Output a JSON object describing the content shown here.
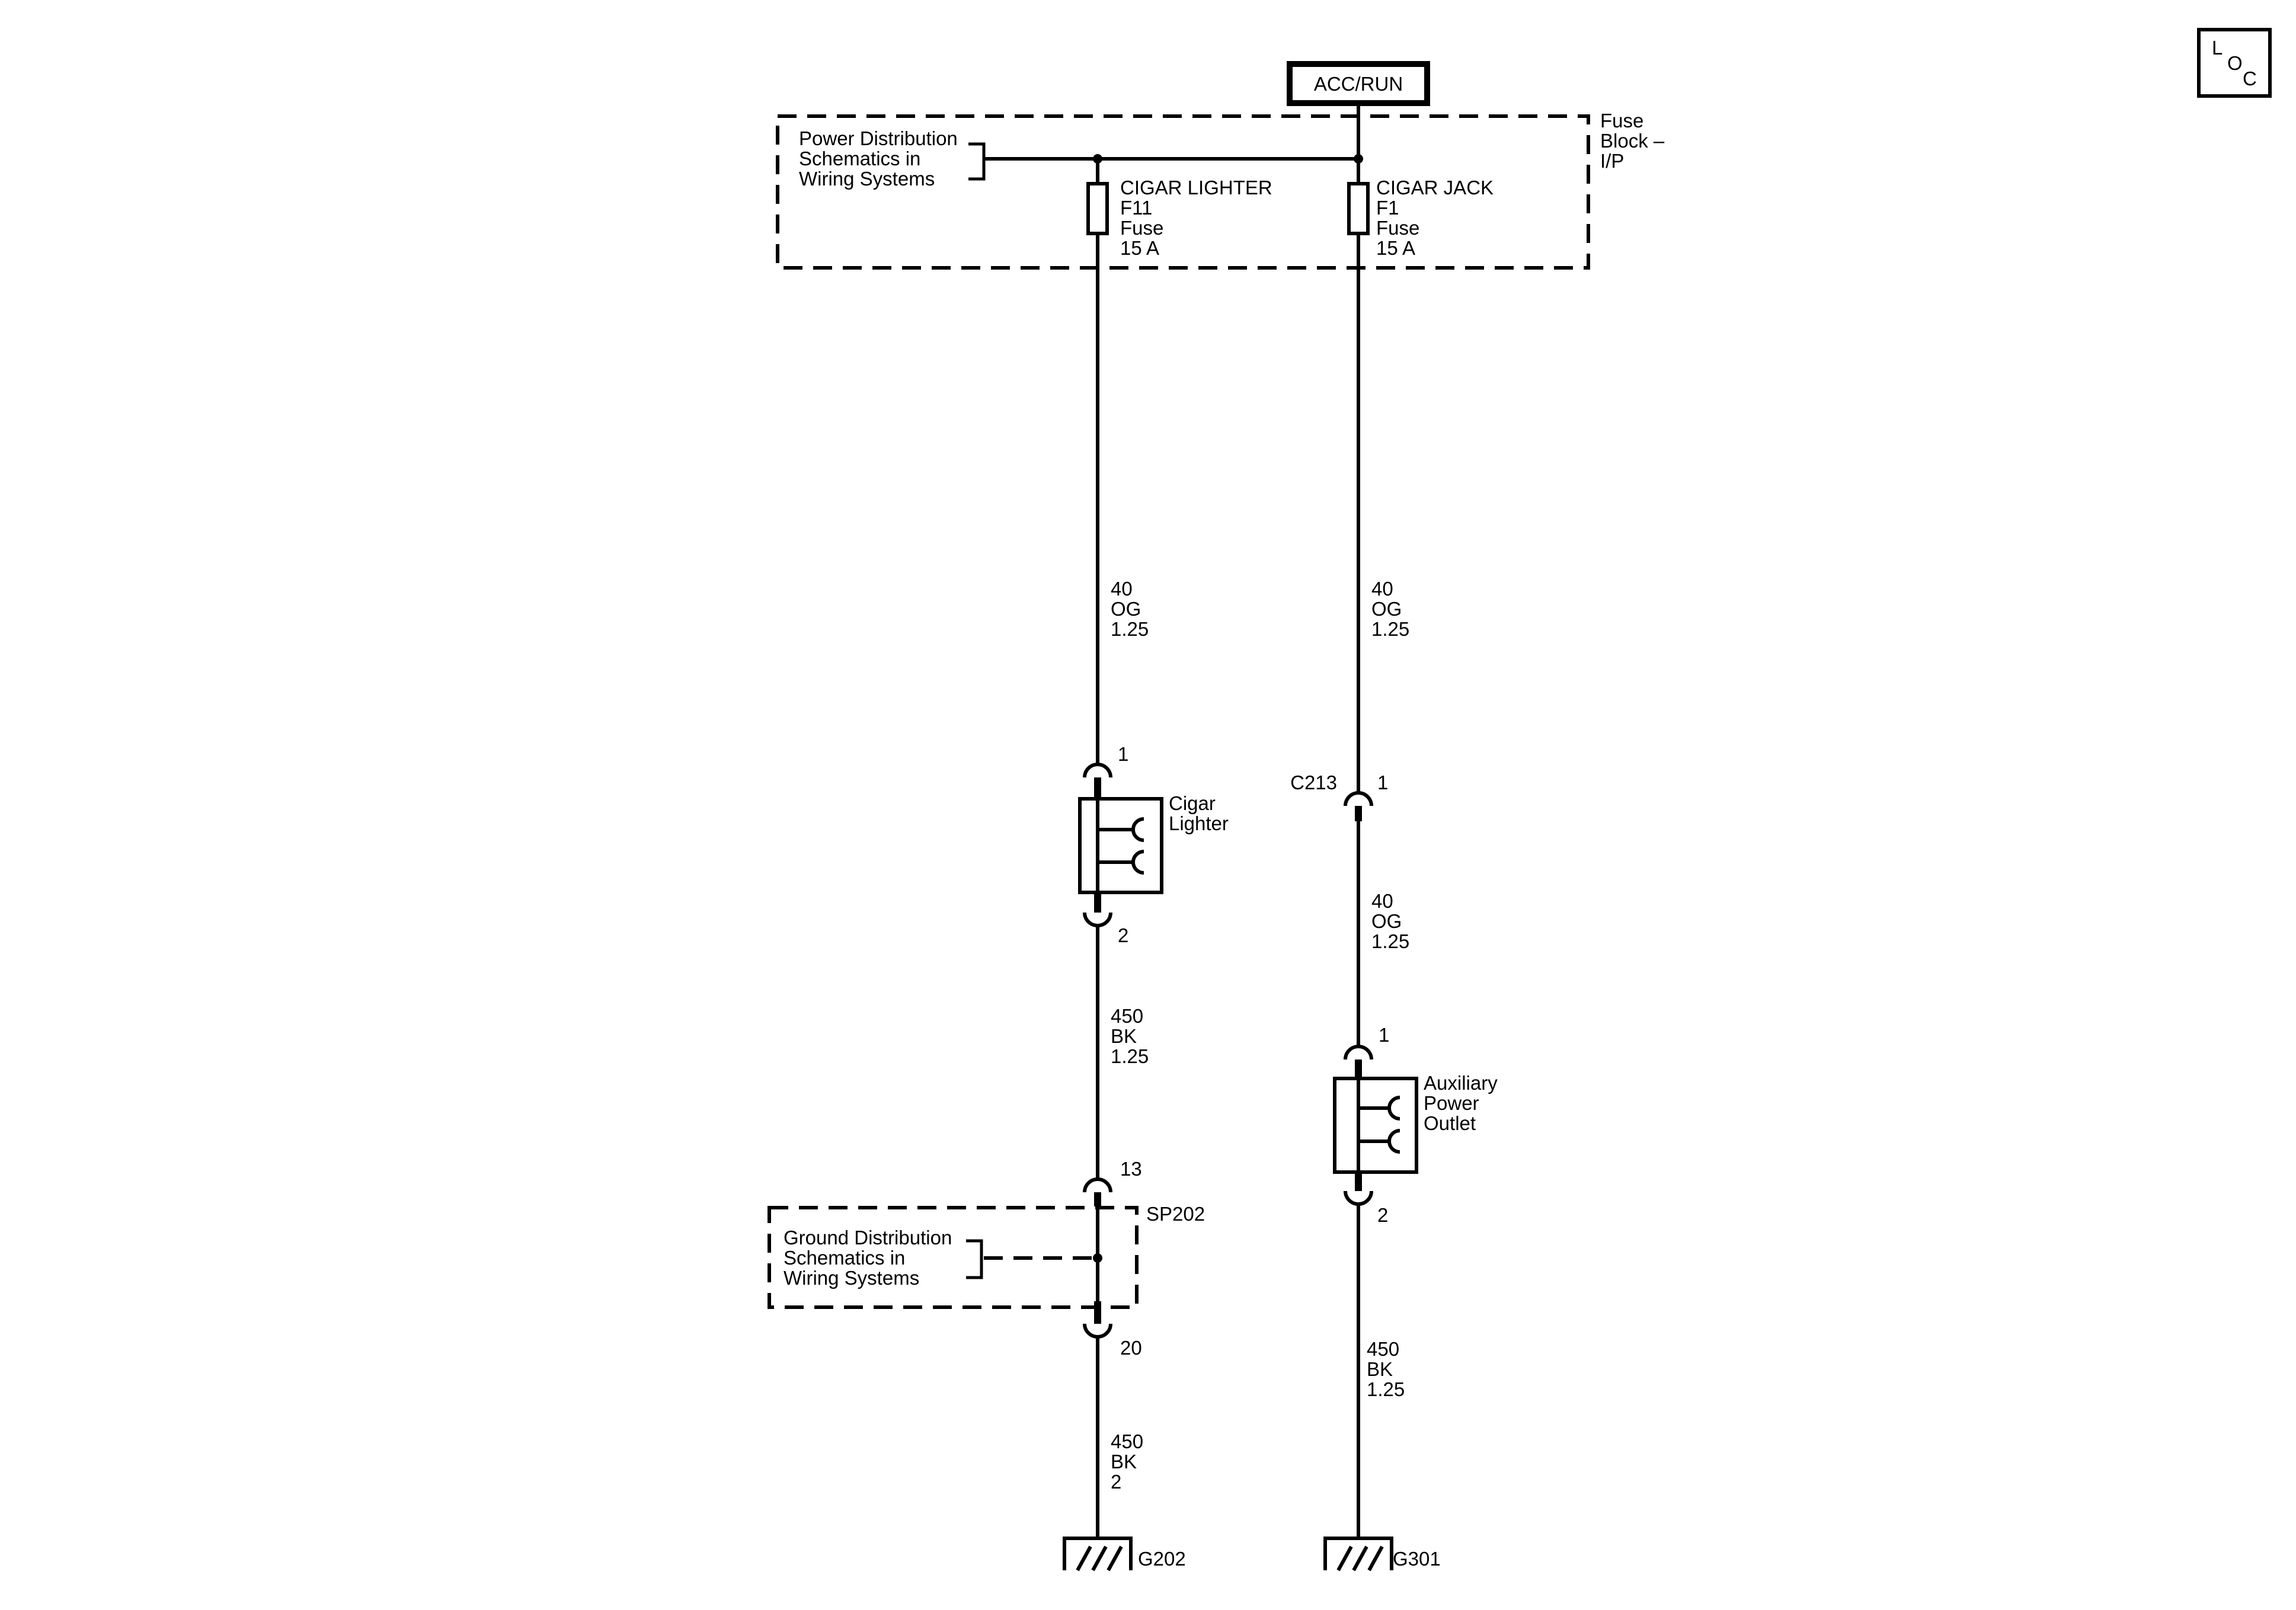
{
  "power_source": "ACC/RUN",
  "fuse_block": {
    "label_lines": [
      "Fuse",
      "Block –",
      "I/P"
    ]
  },
  "power_distribution_ref": [
    "Power Distribution",
    "Schematics in",
    "Wiring Systems"
  ],
  "fuses": [
    {
      "lines": [
        "CIGAR LIGHTER",
        "F11",
        "Fuse",
        "15 A"
      ]
    },
    {
      "lines": [
        "CIGAR JACK",
        "F1",
        "Fuse",
        "15 A"
      ]
    }
  ],
  "circuits": {
    "left_feed": [
      "40",
      "OG",
      "1.25"
    ],
    "right_feed_upper": [
      "40",
      "OG",
      "1.25"
    ],
    "right_feed_lower": [
      "40",
      "OG",
      "1.25"
    ],
    "left_ground_upper": [
      "450",
      "BK",
      "1.25"
    ],
    "left_ground_lower": [
      "450",
      "BK",
      "2"
    ],
    "right_ground": [
      "450",
      "BK",
      "1.25"
    ]
  },
  "devices": {
    "cigar_lighter": {
      "label_lines": [
        "Cigar",
        "Lighter"
      ],
      "pin_top": "1",
      "pin_bottom": "2"
    },
    "aux_outlet": {
      "label_lines": [
        "Auxiliary",
        "Power",
        "Outlet"
      ],
      "pin_top": "1",
      "pin_bottom": "2"
    }
  },
  "connector_c213": {
    "name": "C213",
    "pin": "1"
  },
  "splice": {
    "name": "SP202",
    "pin_top": "13",
    "pin_bottom": "20",
    "ground_distribution_ref": [
      "Ground Distribution",
      "Schematics in",
      "Wiring Systems"
    ]
  },
  "grounds": {
    "left": "G202",
    "right": "G301"
  },
  "loc_badge": {
    "l": "L",
    "o": "O",
    "c": "C"
  }
}
